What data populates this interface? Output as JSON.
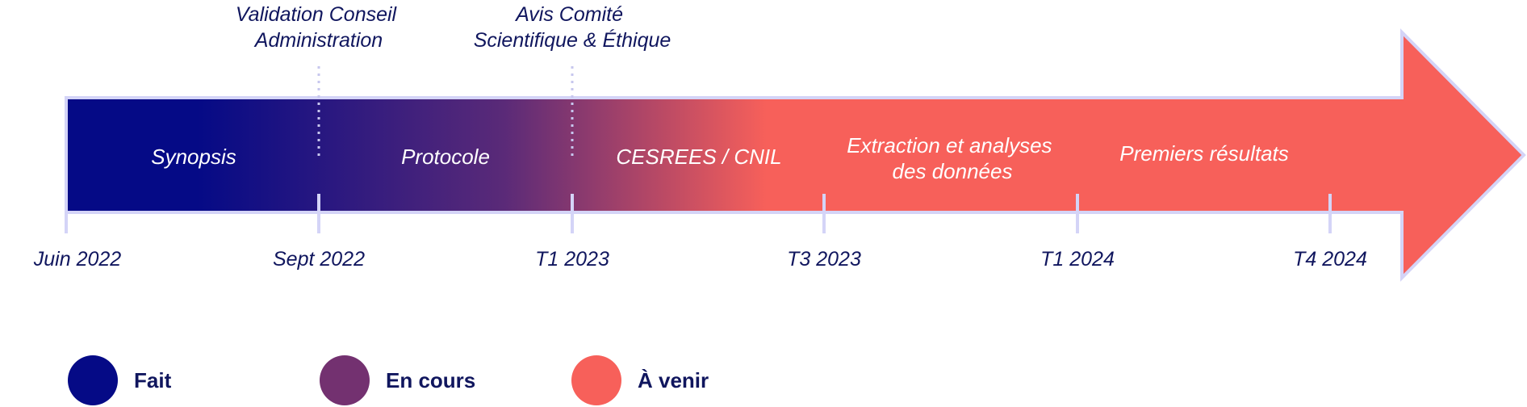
{
  "colors": {
    "done": "#050a86",
    "in_progress": "#733170",
    "upcoming": "#f7605a",
    "outline": "#d4d4f7",
    "text_dark": "#10165e",
    "milestone_line": "#c7c7ee"
  },
  "milestones": [
    {
      "line1": "Validation Conseil",
      "line2": "Administration"
    },
    {
      "line1": "Avis Comité",
      "line2": "Scientifique & Éthique"
    }
  ],
  "phases": [
    {
      "line1": "Synopsis",
      "line2": ""
    },
    {
      "line1": "Protocole",
      "line2": ""
    },
    {
      "line1": "CESREES / CNIL",
      "line2": ""
    },
    {
      "line1": "Extraction et analyses",
      "line2": "des données"
    },
    {
      "line1": "Premiers résultats",
      "line2": ""
    }
  ],
  "dates": [
    "Juin 2022",
    "Sept 2022",
    "T1 2023",
    "T3 2023",
    "T1 2024",
    "T4 2024"
  ],
  "legend": [
    {
      "label": "Fait",
      "status": "done"
    },
    {
      "label": "En cours",
      "status": "in_progress"
    },
    {
      "label": "À venir",
      "status": "upcoming"
    }
  ]
}
